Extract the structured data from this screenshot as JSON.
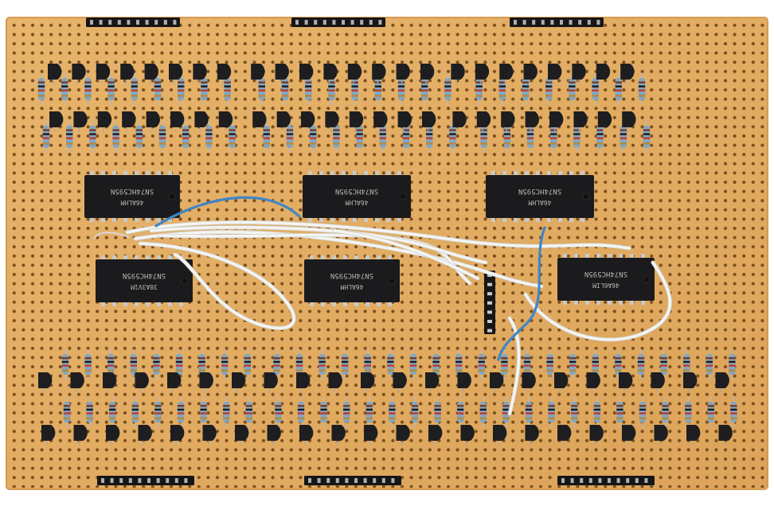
{
  "image": {
    "kind": "photo",
    "subject_icon": "stripboard-circuit-icon",
    "colors": {
      "background": "#ffffff",
      "board": "#e3ac62",
      "board_edge": "#d49a50",
      "hole": "#7a4e1e",
      "ic_body": "#1b1b1d",
      "ic_text": "#b7b7b7",
      "transistor": "#1e1e20",
      "resistor_body": "#7fa6c6",
      "wire_white": "#f4f4f2",
      "wire_blue": "#3f86c8",
      "header": "#161616",
      "pin": "#c9c9c9"
    }
  },
  "ics": [
    {
      "marking_1": "SN74HC595N",
      "marking_2": "46ALHM"
    },
    {
      "marking_1": "SN74HC595N",
      "marking_2": "46ALHM"
    },
    {
      "marking_1": "SN74HC595N",
      "marking_2": "46ALHM"
    },
    {
      "marking_1": "SN74HC595N",
      "marking_2": "38A3V1M"
    },
    {
      "marking_1": "SN74HC595N",
      "marking_2": "46ALHM"
    },
    {
      "marking_1": "SN74HC595N",
      "marking_2": "46A6LIM"
    }
  ]
}
